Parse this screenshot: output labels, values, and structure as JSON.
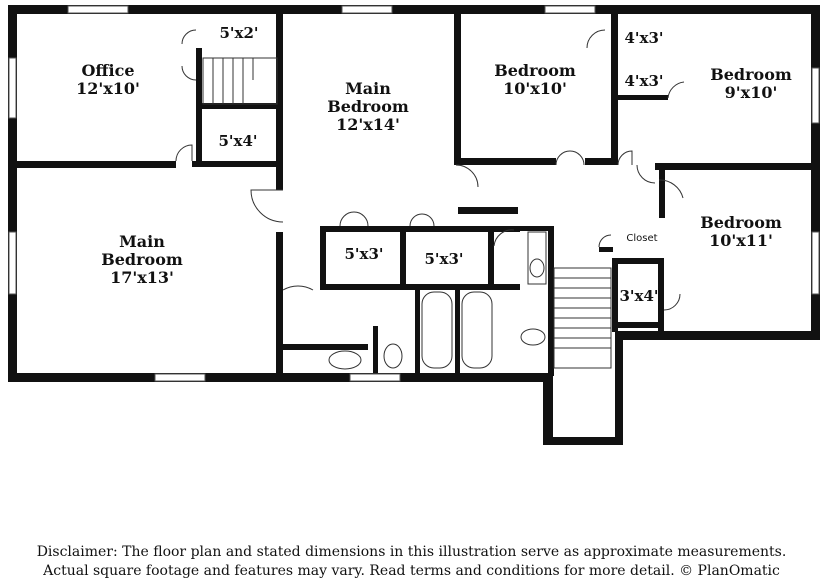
{
  "rooms": {
    "office": {
      "name": "Office",
      "dims": "12'x10'"
    },
    "main_bedroom_center": {
      "line1": "Main",
      "line2": "Bedroom",
      "dims": "12'x14'"
    },
    "bedroom_top_mid": {
      "name": "Bedroom",
      "dims": "10'x10'"
    },
    "bedroom_top_right": {
      "name": "Bedroom",
      "dims": "9'x10'"
    },
    "main_bedroom_left": {
      "line1": "Main",
      "line2": "Bedroom",
      "dims": "17'x13'"
    },
    "bedroom_right": {
      "name": "Bedroom",
      "dims": "10'x11'"
    },
    "closet_5x2": "5'x2'",
    "closet_5x4": "5'x4'",
    "closet_4x3_a": "4'x3'",
    "closet_4x3_b": "4'x3'",
    "closet_5x3_a": "5'x3'",
    "closet_5x3_b": "5'x3'",
    "closet_3x4": "3'x4'",
    "closet_label": "Closet"
  },
  "disclaimer": {
    "line1": "Disclaimer: The floor plan and stated dimensions in this illustration serve as approximate measurements.",
    "line2": "Actual square footage and features may vary. Read terms and conditions for more detail. © PlanOmatic"
  }
}
